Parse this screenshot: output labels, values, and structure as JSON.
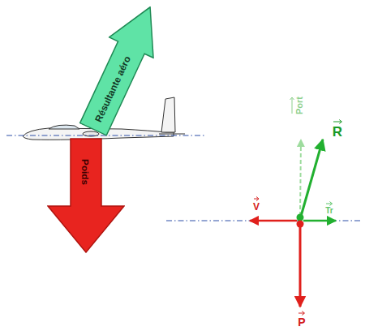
{
  "diagram": {
    "nodes": [
      {
        "text": [
          "Résultante aéro"
        ]
      },
      {
        "text": [
          "Poids"
        ]
      }
    ],
    "labels": [
      "Port",
      "R",
      "V",
      "Tr",
      "P"
    ]
  }
}
